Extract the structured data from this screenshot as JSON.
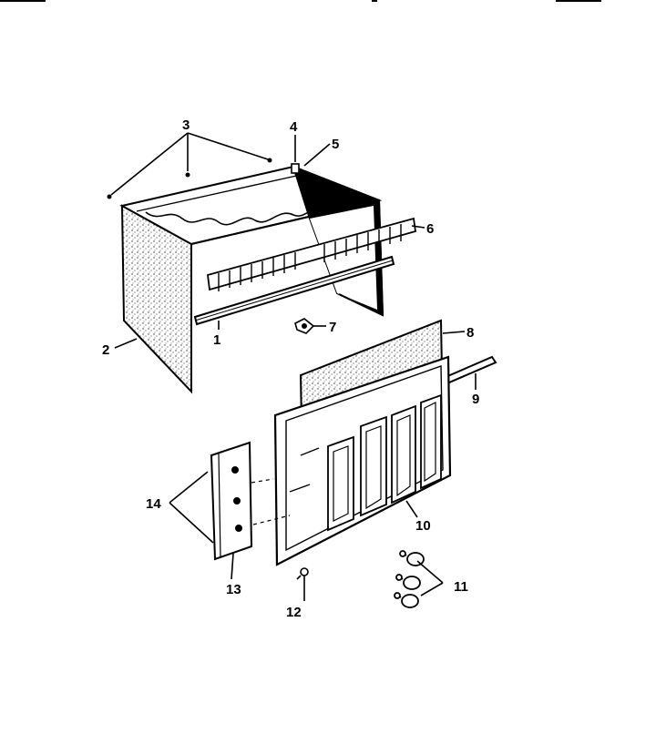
{
  "colors": {
    "ink": "#000000",
    "paper": "#ffffff",
    "speckle": "#b9b9b9"
  },
  "callouts": {
    "c1": "1",
    "c2": "2",
    "c3": "3",
    "c4": "4",
    "c5": "5",
    "c6": "6",
    "c7": "7",
    "c8": "8",
    "c9": "9",
    "c10": "10",
    "c11": "11",
    "c12": "12",
    "c13": "13",
    "c14": "14"
  }
}
